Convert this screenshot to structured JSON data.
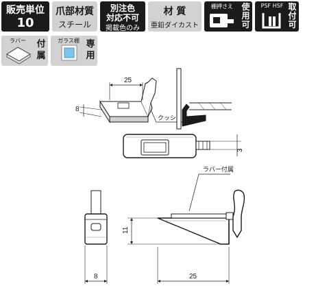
{
  "badges": {
    "sales_unit": {
      "label": "販売単位",
      "value": "10"
    },
    "claw_material": {
      "label": "爪部材質",
      "value": "スチール"
    },
    "custom_color": {
      "line1": "別注色",
      "line2": "対応不可",
      "line3": "掲載色のみ"
    },
    "material": {
      "label": "材 質",
      "value": "亜鉛ダイカスト"
    },
    "shelf_stopper": {
      "label": "棚押さえ",
      "side": "使用可"
    },
    "board": {
      "label": "PSF HSF",
      "side": "取付可"
    },
    "rubber": {
      "label": "ラバー",
      "side": "付属"
    },
    "glass_shelf": {
      "label": "ガラス棚",
      "side": "専用"
    }
  },
  "drawing": {
    "iso_dim_25": "25",
    "iso_dim_8": "8",
    "cushion_label": "クッション",
    "dim_3": "3",
    "rubber_attached_label": "ラバー付属",
    "dim_11": "11",
    "dim_8": "8",
    "dim_25": "25"
  }
}
